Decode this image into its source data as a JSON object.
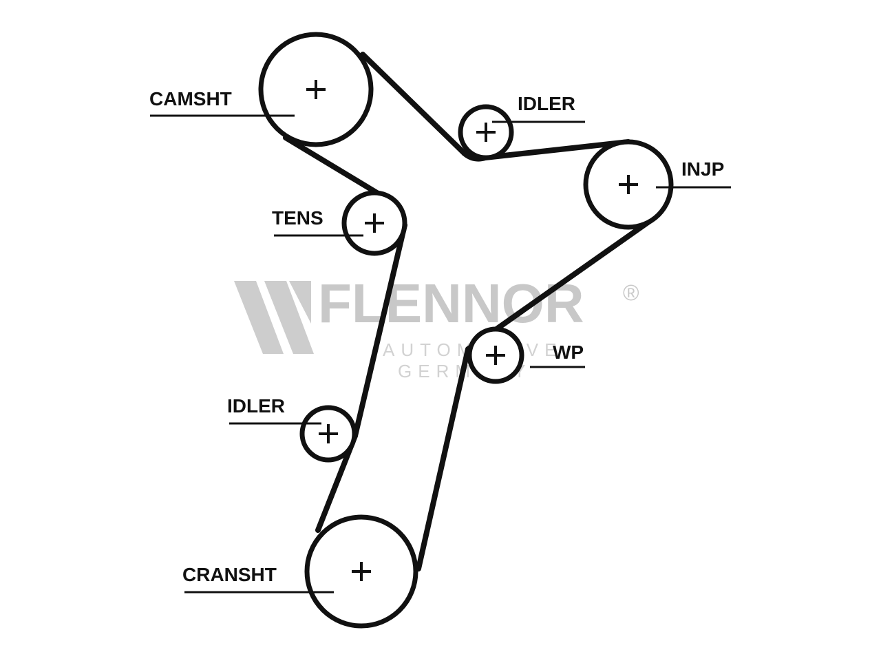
{
  "labels": {
    "camshaft": "CAMSHT",
    "idler_top": "IDLER",
    "injection_pump": "INJP",
    "tensioner": "TENS",
    "water_pump": "WP",
    "idler_bottom": "IDLER",
    "crankshaft": "CRANSHT"
  },
  "watermark": {
    "brand": "FLENNOR",
    "registered": "®",
    "line1": "AUTOMOTIVE",
    "line2": "GERMANY"
  },
  "colors": {
    "line": "#111111",
    "watermark": "#c8c8c8"
  }
}
